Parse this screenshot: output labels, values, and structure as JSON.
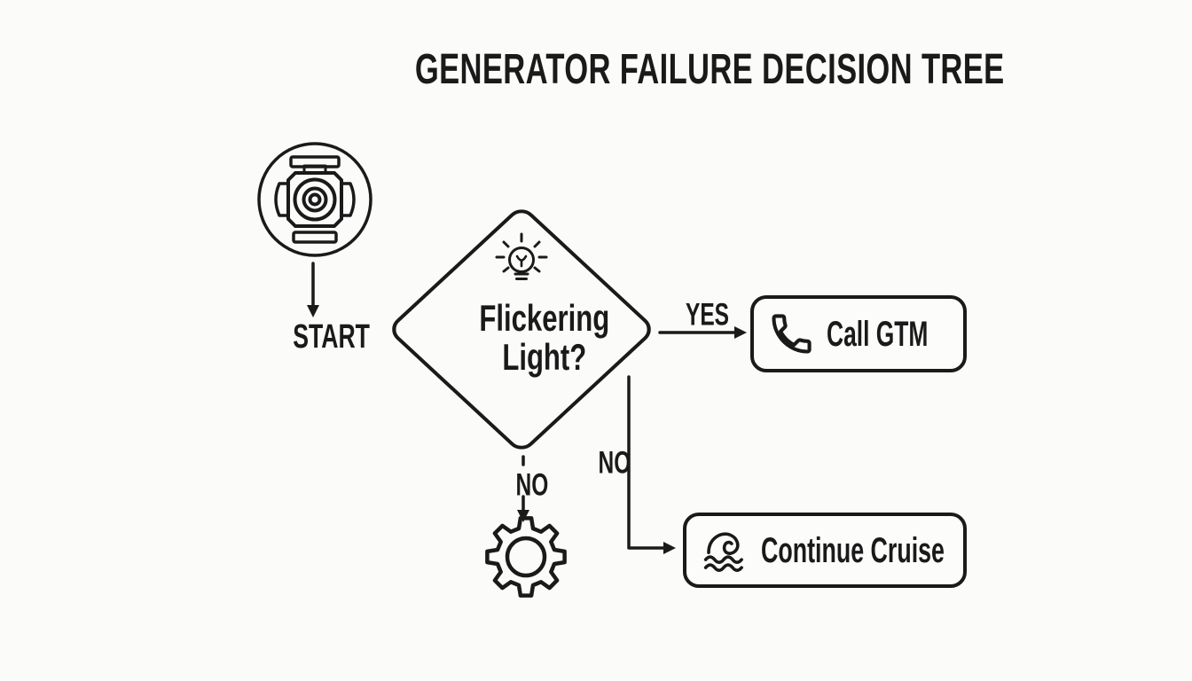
{
  "title": "GENERATOR FAILURE DECISION TREE",
  "colors": {
    "background": "#fbfbf9",
    "stroke": "#1a1a1a"
  },
  "flow": {
    "start": {
      "label": "START",
      "icon": "generator-icon"
    },
    "decision": {
      "icon": "lightbulb-icon",
      "question_line1": "Flickering",
      "question_line2": "Light?"
    },
    "branch_yes": {
      "label": "YES",
      "target": "Call GTM"
    },
    "branch_no_down": {
      "label": "NO",
      "target_icon": "gear-icon"
    },
    "branch_no_right": {
      "label": "NO",
      "target": "Continue Cruise"
    },
    "call_gtm": {
      "label": "Call GTM",
      "icon": "phone-icon"
    },
    "continue_cruise": {
      "label": "Continue Cruise",
      "icon": "wave-icon"
    }
  }
}
